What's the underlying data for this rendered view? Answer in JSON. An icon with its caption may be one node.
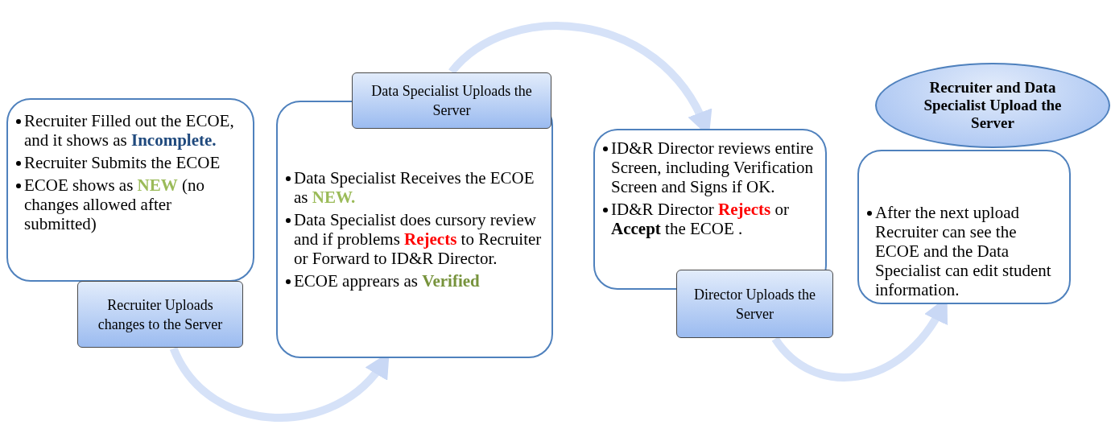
{
  "diagram": {
    "nodes": [
      {
        "text": [
          "Recruiter Filled out the ECOE, and it shows as **Incomplete.**",
          "Recruiter Submits the ECOE",
          "ECOE shows as **NEW** (no changes allowed after submitted)"
        ]
      },
      {
        "text": [
          "Recruiter Uploads changes to the Server"
        ]
      },
      {
        "text": [
          "Data Specialist Receives the ECOE as **NEW.**",
          "Data Specialist does  cursory review and  if problems **Rejects** to Recruiter or Forward to ID&R Director.",
          "ECOE apprears as **Verified**"
        ]
      },
      {
        "text": [
          "Data Specialist Uploads the Server"
        ]
      },
      {
        "text": [
          "ID&R Director reviews entire Screen, including Verification Screen and Signs if OK.",
          "ID&R Director **Rejects** or **Accept** the ECOE ."
        ]
      },
      {
        "text": [
          "Director Uploads the Server"
        ]
      },
      {
        "text": [
          "Recruiter and Data Specialist Upload the Server"
        ]
      },
      {
        "text": [
          "After the next upload Recruiter can  see the ECOE and the Data Specialist can  edit student  information."
        ]
      }
    ],
    "edges": [
      {
        "from": 1,
        "to": 2,
        "arrow": "to"
      },
      {
        "from": 3,
        "to": 4,
        "arrow": "to"
      },
      {
        "from": 5,
        "to": 7,
        "arrow": "to"
      }
    ]
  }
}
